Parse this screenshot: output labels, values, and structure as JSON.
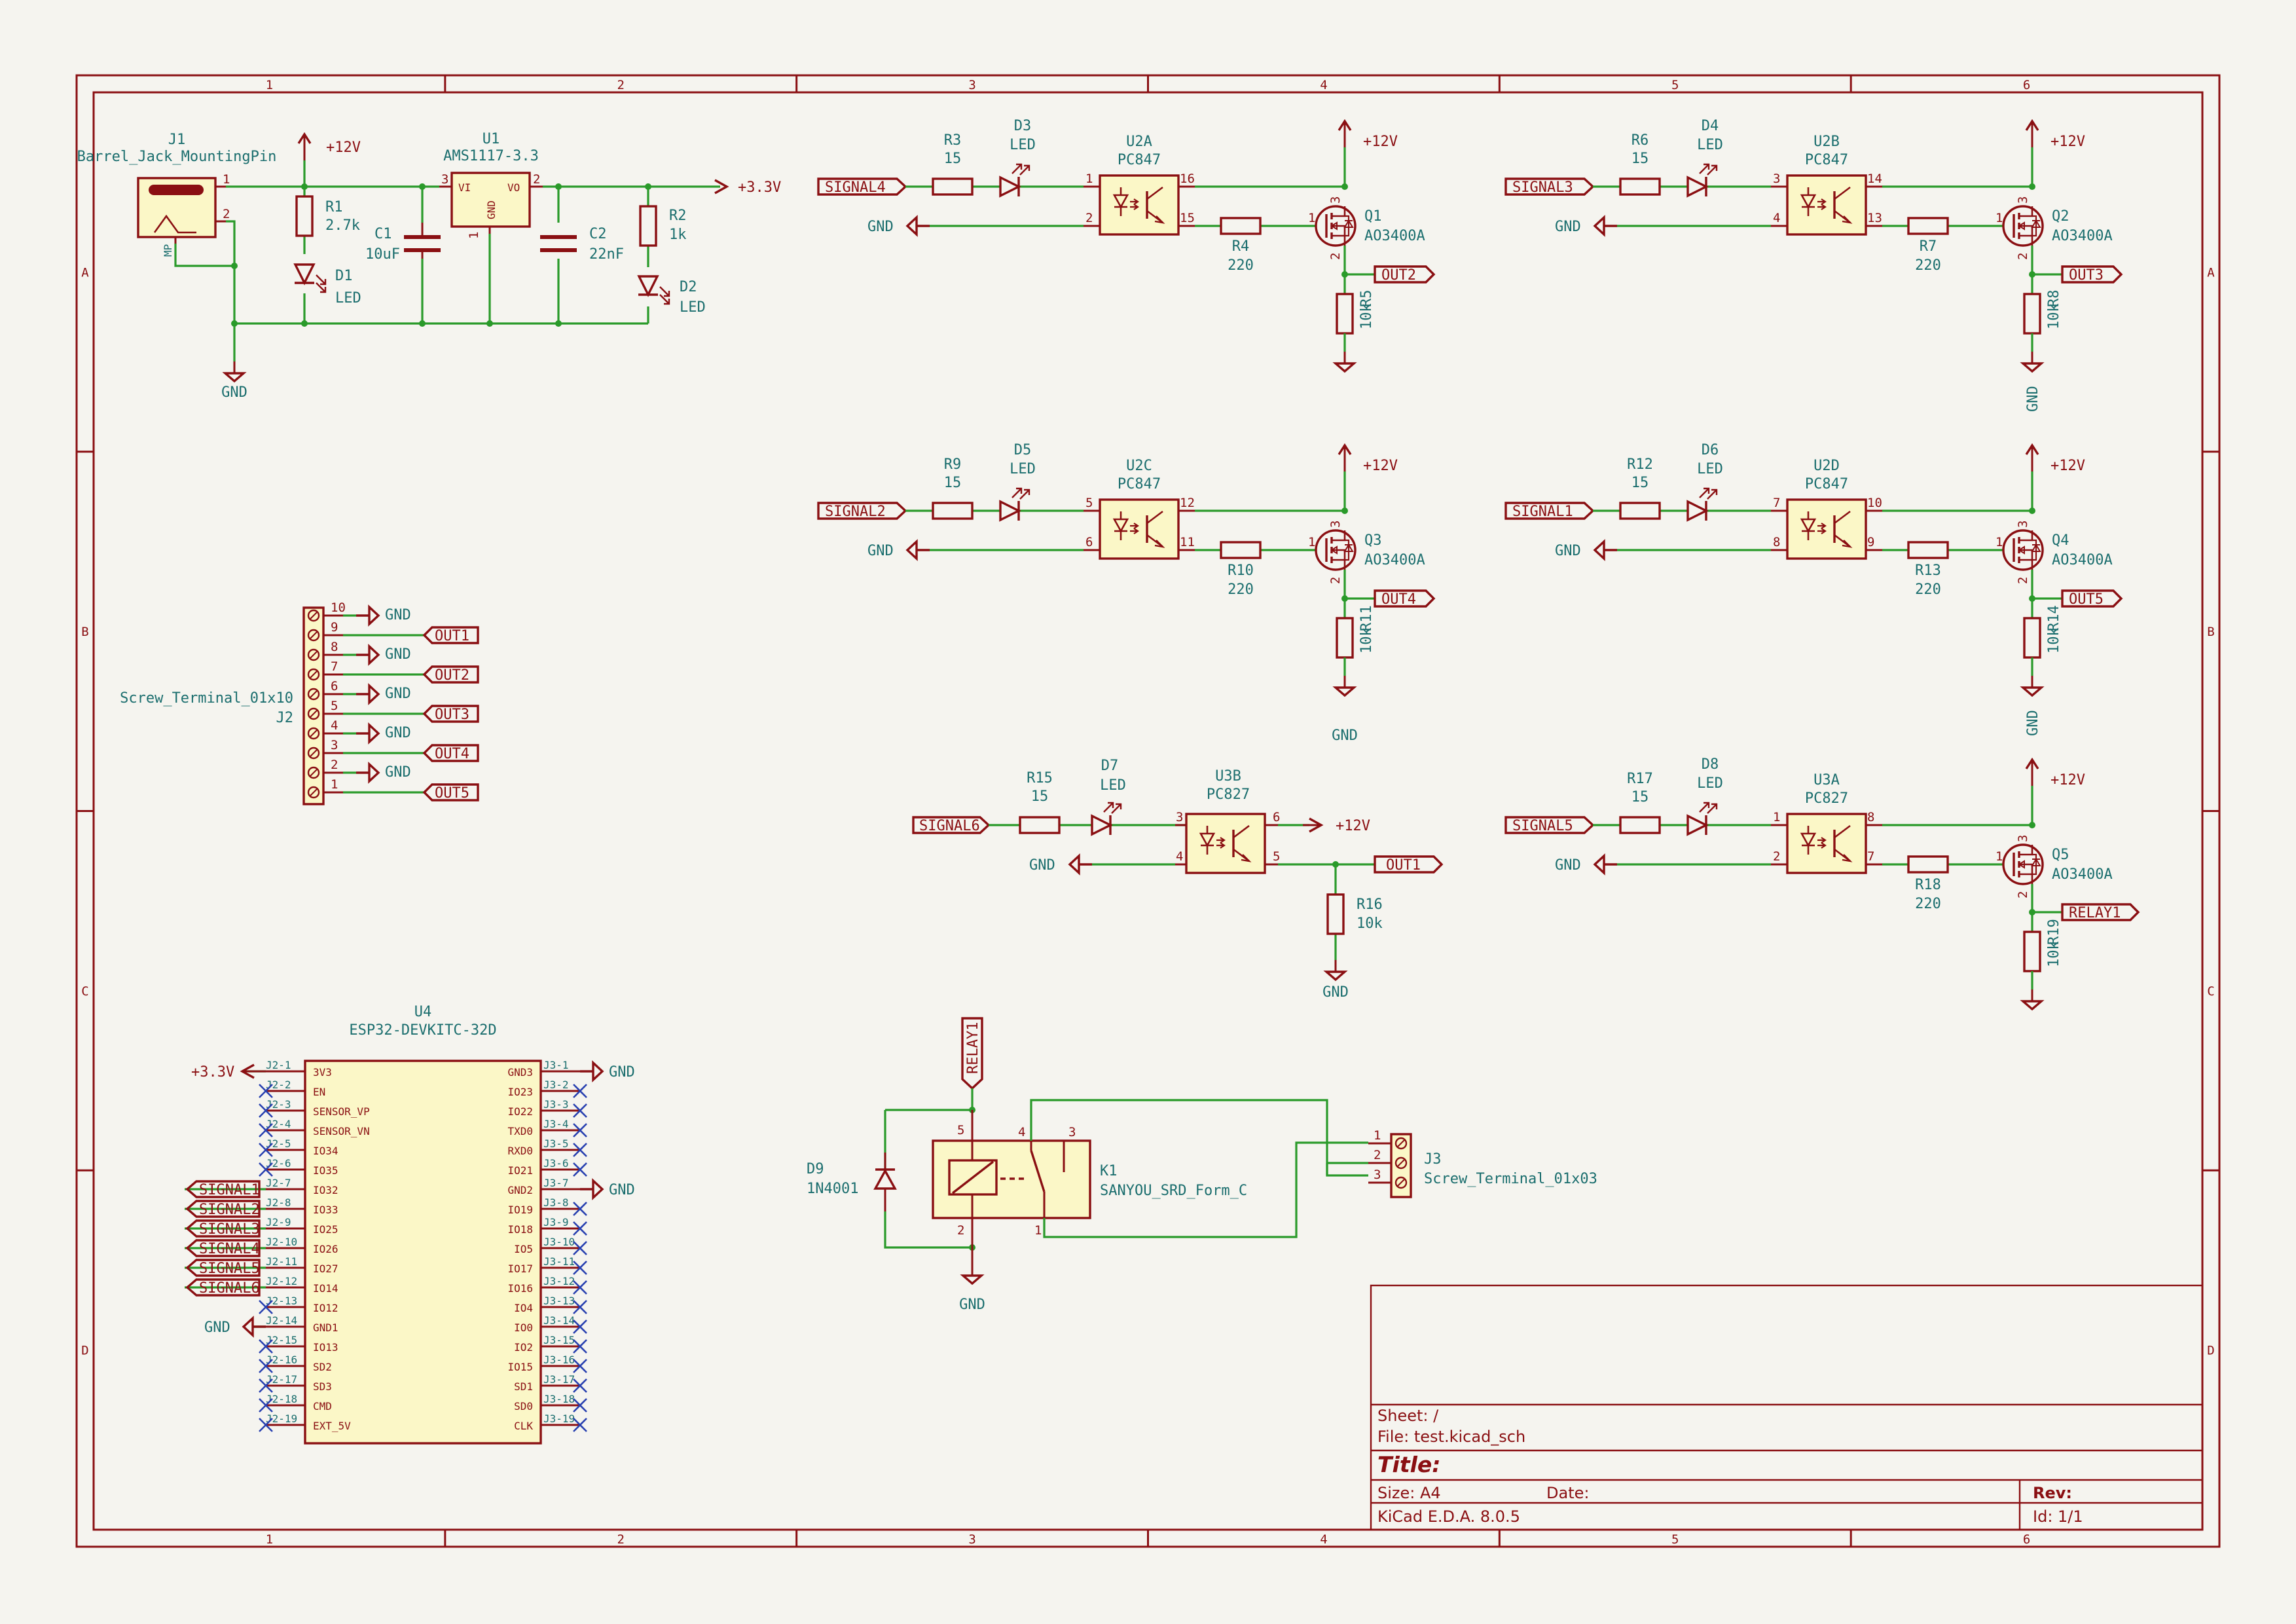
{
  "frame": {
    "cols": [
      "1",
      "2",
      "3",
      "4",
      "5",
      "6"
    ],
    "rows": [
      "A",
      "B",
      "C",
      "D"
    ]
  },
  "power": {
    "p12v": "+12V",
    "p3v3": "+3.3V",
    "gnd": "GND"
  },
  "supply": {
    "j1_ref": "J1",
    "j1_val": "Barrel_Jack_MountingPin",
    "j1_mp": "MP",
    "r1_ref": "R1",
    "r1_val": "2.7k",
    "d1_ref": "D1",
    "d1_val": "LED",
    "c1_ref": "C1",
    "c1_val": "10uF",
    "u1_ref": "U1",
    "u1_val": "AMS1117-3.3",
    "u1_vi": "VI",
    "u1_vo": "VO",
    "u1_gnd": "GND",
    "c2_ref": "C2",
    "c2_val": "22nF",
    "r2_ref": "R2",
    "r2_val": "1k",
    "d2_ref": "D2",
    "d2_val": "LED"
  },
  "channels": [
    {
      "sig": "SIGNAL4",
      "rin_ref": "R3",
      "rin_val": "15",
      "led_ref": "D3",
      "led_val": "LED",
      "opto_ref": "U2A",
      "opto_val": "PC847",
      "pa": "1",
      "pk": "2",
      "pc": "16",
      "pe": "15",
      "rg_ref": "R4",
      "rg_val": "220",
      "q_ref": "Q1",
      "q_val": "AO3400A",
      "out": "OUT2",
      "rp_ref": "R5",
      "rp_val": "10k"
    },
    {
      "sig": "SIGNAL3",
      "rin_ref": "R6",
      "rin_val": "15",
      "led_ref": "D4",
      "led_val": "LED",
      "opto_ref": "U2B",
      "opto_val": "PC847",
      "pa": "3",
      "pk": "4",
      "pc": "14",
      "pe": "13",
      "rg_ref": "R7",
      "rg_val": "220",
      "q_ref": "Q2",
      "q_val": "AO3400A",
      "out": "OUT3",
      "rp_ref": "R8",
      "rp_val": "10k"
    },
    {
      "sig": "SIGNAL2",
      "rin_ref": "R9",
      "rin_val": "15",
      "led_ref": "D5",
      "led_val": "LED",
      "opto_ref": "U2C",
      "opto_val": "PC847",
      "pa": "5",
      "pk": "6",
      "pc": "12",
      "pe": "11",
      "rg_ref": "R10",
      "rg_val": "220",
      "q_ref": "Q3",
      "q_val": "AO3400A",
      "out": "OUT4",
      "rp_ref": "R11",
      "rp_val": "10k"
    },
    {
      "sig": "SIGNAL1",
      "rin_ref": "R12",
      "rin_val": "15",
      "led_ref": "D6",
      "led_val": "LED",
      "opto_ref": "U2D",
      "opto_val": "PC847",
      "pa": "7",
      "pk": "8",
      "pc": "10",
      "pe": "9",
      "rg_ref": "R13",
      "rg_val": "220",
      "q_ref": "Q4",
      "q_val": "AO3400A",
      "out": "OUT5",
      "rp_ref": "R14",
      "rp_val": "10k"
    },
    {
      "sig": "SIGNAL5",
      "rin_ref": "R17",
      "rin_val": "15",
      "led_ref": "D8",
      "led_val": "LED",
      "opto_ref": "U3A",
      "opto_val": "PC827",
      "pa": "1",
      "pk": "2",
      "pc": "8",
      "pe": "7",
      "rg_ref": "R18",
      "rg_val": "220",
      "q_ref": "Q5",
      "q_val": "AO3400A",
      "out": "RELAY1",
      "rp_ref": "R19",
      "rp_val": "10k"
    }
  ],
  "ch6": {
    "sig": "SIGNAL6",
    "rin_ref": "R15",
    "rin_val": "15",
    "led_ref": "D7",
    "led_val": "LED",
    "opto_ref": "U3B",
    "opto_val": "PC827",
    "pa": "3",
    "pk": "4",
    "pc": "6",
    "pe": "5",
    "out": "OUT1",
    "rp_ref": "R16",
    "rp_val": "10k"
  },
  "j2": {
    "ref": "J2",
    "val": "Screw_Terminal_01x10",
    "pins": [
      "10",
      "9",
      "8",
      "7",
      "6",
      "5",
      "4",
      "3",
      "2",
      "1"
    ],
    "nets": [
      "GND",
      "OUT1",
      "GND",
      "OUT2",
      "GND",
      "OUT3",
      "GND",
      "OUT4",
      "GND",
      "OUT5"
    ]
  },
  "u4": {
    "ref": "U4",
    "val": "ESP32-DEVKITC-32D",
    "left_pins": [
      "J2-1",
      "J2-2",
      "J2-3",
      "J2-4",
      "J2-5",
      "J2-6",
      "J2-7",
      "J2-8",
      "J2-9",
      "J2-10",
      "J2-11",
      "J2-12",
      "J2-13",
      "J2-14",
      "J2-15",
      "J2-16",
      "J2-17",
      "J2-18",
      "J2-19"
    ],
    "left_names": [
      "3V3",
      "EN",
      "SENSOR_VP",
      "SENSOR_VN",
      "IO34",
      "IO35",
      "IO32",
      "IO33",
      "IO25",
      "IO26",
      "IO27",
      "IO14",
      "IO12",
      "GND1",
      "IO13",
      "SD2",
      "SD3",
      "CMD",
      "EXT_5V"
    ],
    "right_pins": [
      "J3-1",
      "J3-2",
      "J3-3",
      "J3-4",
      "J3-5",
      "J3-6",
      "J3-7",
      "J3-8",
      "J3-9",
      "J3-10",
      "J3-11",
      "J3-12",
      "J3-13",
      "J3-14",
      "J3-15",
      "J3-16",
      "J3-17",
      "J3-18",
      "J3-19"
    ],
    "right_names": [
      "GND3",
      "IO23",
      "IO22",
      "TXD0",
      "RXD0",
      "IO21",
      "GND2",
      "IO19",
      "IO18",
      "IO5",
      "IO17",
      "IO16",
      "IO4",
      "IO0",
      "IO2",
      "IO15",
      "SD1",
      "SD0",
      "CLK"
    ],
    "signals": [
      "SIGNAL1",
      "SIGNAL2",
      "SIGNAL3",
      "SIGNAL4",
      "SIGNAL5",
      "SIGNAL6"
    ]
  },
  "relay": {
    "net": "RELAY1",
    "d9_ref": "D9",
    "d9_val": "1N4001",
    "k1_ref": "K1",
    "k1_val": "SANYOU_SRD_Form_C",
    "j3_ref": "J3",
    "j3_val": "Screw_Terminal_01x03",
    "k_pins": [
      "5",
      "4",
      "3",
      "2",
      "1"
    ],
    "j3_pins": [
      "1",
      "2",
      "3"
    ]
  },
  "title_block": {
    "sheet": "Sheet: /",
    "file": "File: test.kicad_sch",
    "title": "Title:",
    "size": "Size: A4",
    "date": "Date:",
    "rev": "Rev:",
    "tool": "KiCad E.D.A. 8.0.5",
    "id": "Id: 1/1"
  }
}
